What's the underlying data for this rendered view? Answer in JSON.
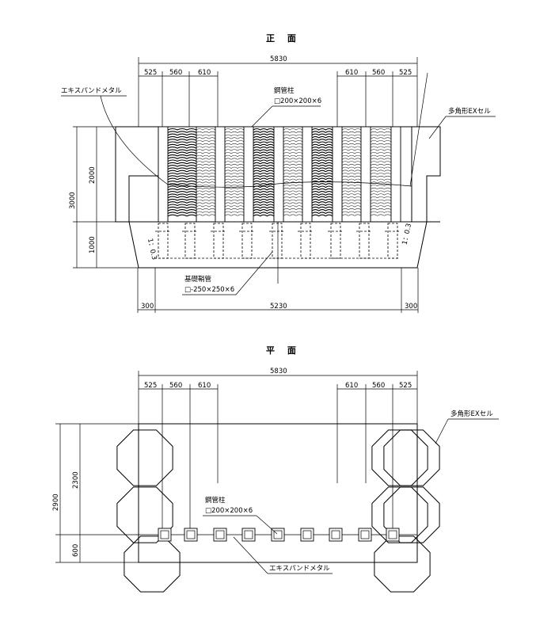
{
  "front": {
    "title": "正 面",
    "dim_total": "5830",
    "dim_left": [
      "525",
      "560",
      "610"
    ],
    "dim_right": [
      "610",
      "560",
      "525"
    ],
    "dim_h_upper": "2000",
    "dim_h_total": "3000",
    "dim_h_lower": "1000",
    "dim_bottom": [
      "300",
      "5230",
      "300"
    ],
    "slope_left": "1：0.3",
    "slope_right": "1：0.3",
    "label_mesh": "エキスパンドメタル",
    "label_column": "鋼管柱",
    "label_column_spec": "□200×200×6",
    "label_cell": "多角形EXセル",
    "label_base": "基礎鞘管",
    "label_base_spec": "□-250×250×6"
  },
  "plan": {
    "title": "平 面",
    "dim_total": "5830",
    "dim_left": [
      "525",
      "560",
      "610"
    ],
    "dim_right": [
      "610",
      "560",
      "525"
    ],
    "dim_h_total": "2900",
    "dim_h_upper": "2300",
    "dim_h_lower": "600",
    "label_cell": "多角形EXセル",
    "label_column": "鋼管柱",
    "label_column_spec": "□200×200×6",
    "label_mesh": "エキスパンドメタル"
  }
}
